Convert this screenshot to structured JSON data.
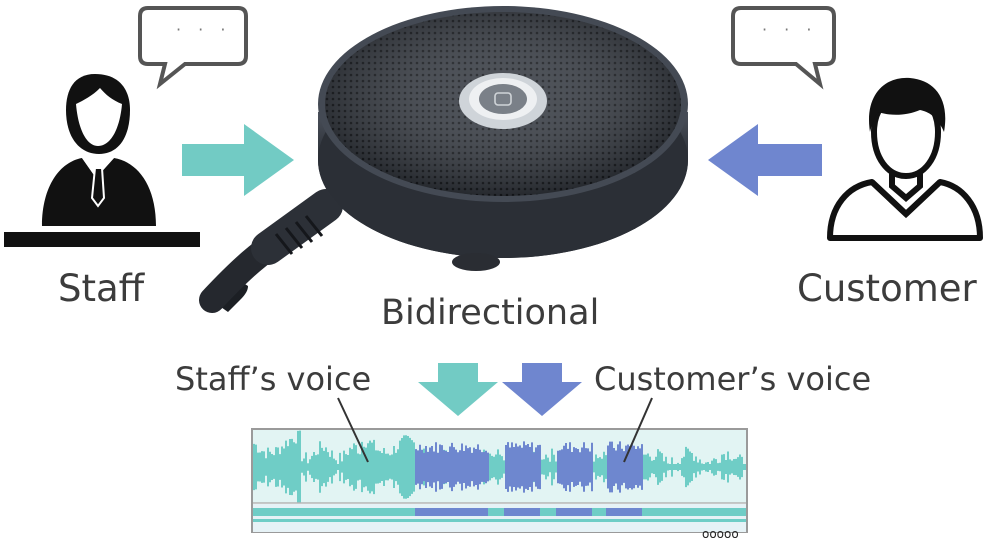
{
  "labels": {
    "staff": "Staff",
    "customer": "Customer",
    "mic_mode": "Bidirectional",
    "staff_voice": "Staff’s voice",
    "customer_voice": "Customer’s voice"
  },
  "bubbles": {
    "staff_text": "· · ·",
    "customer_text": "· · ·"
  },
  "colors": {
    "staff_voice": "#6fcdc6",
    "customer_voice": "#6e87cf",
    "mic_body": "#3a3f47",
    "figure": "#111111"
  },
  "icons": [
    "speech-bubble-icon",
    "staff-person-icon",
    "customer-person-icon",
    "microphone-icon",
    "arrow-icon",
    "waveform-icon"
  ]
}
